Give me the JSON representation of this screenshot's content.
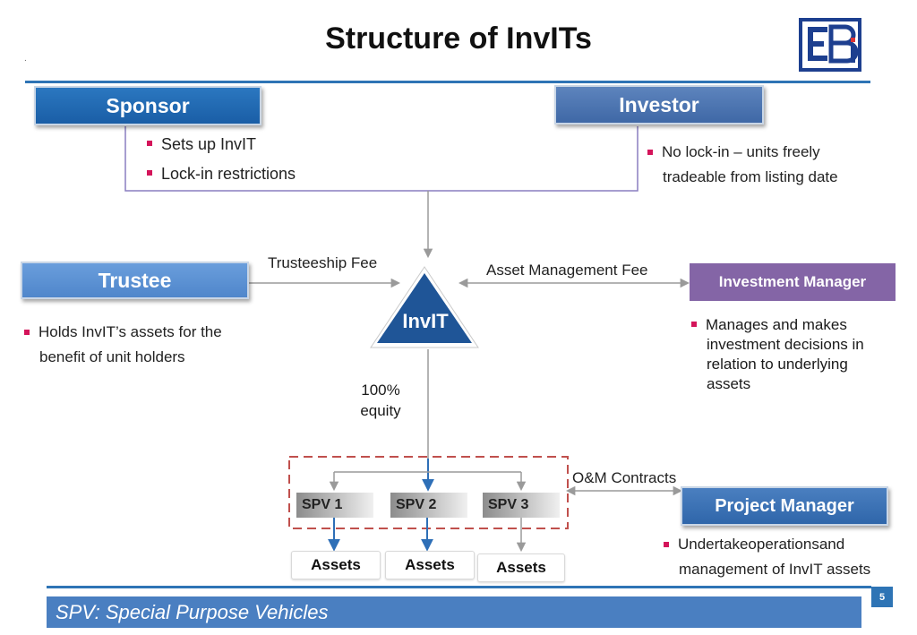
{
  "header": {
    "title": "Structure of InvITs",
    "dot": "."
  },
  "sponsor": {
    "label": "Sponsor",
    "bullets": [
      "Sets up InvIT",
      "Lock-in restrictions"
    ]
  },
  "investor": {
    "label": "Investor",
    "bullet_line1": "No lock-in – units freely",
    "bullet_line2": "tradeable from  listing date"
  },
  "trustee": {
    "label": "Trustee",
    "bullet_line1": "Holds InvIT’s assets for the",
    "bullet_line2": "benefit of unit holders",
    "fee": "Trusteeship Fee"
  },
  "invit": {
    "label": "InvIT",
    "equity_line1": "100%",
    "equity_line2": "equity"
  },
  "investment_manager": {
    "label": "Investment Manager",
    "fee": "Asset Management Fee",
    "bullet_lines": [
      "Manages and makes",
      "investment decisions in",
      "relation to underlying",
      "assets"
    ]
  },
  "spvs": [
    {
      "label": "SPV 1"
    },
    {
      "label": "SPV 2"
    },
    {
      "label": "SPV 3"
    }
  ],
  "assets": [
    {
      "label": "Assets"
    },
    {
      "label": "Assets"
    },
    {
      "label": "Assets"
    }
  ],
  "project_manager": {
    "label": "Project Manager",
    "contracts": "O&M Contracts",
    "bullet_line1": "Undertakeoperationsand",
    "bullet_line2": "management of InvIT assets"
  },
  "footer": {
    "text": "SPV: Special Purpose Vehicles",
    "page": "5"
  },
  "colors": {
    "accent_blue": "#2e74b5",
    "bullet_red": "#d4145a",
    "invit_blue": "#1f5597",
    "manager_purple": "#8465a6",
    "dashed_red": "#c0504d"
  },
  "icons": {
    "logo": "sebi-logo"
  }
}
